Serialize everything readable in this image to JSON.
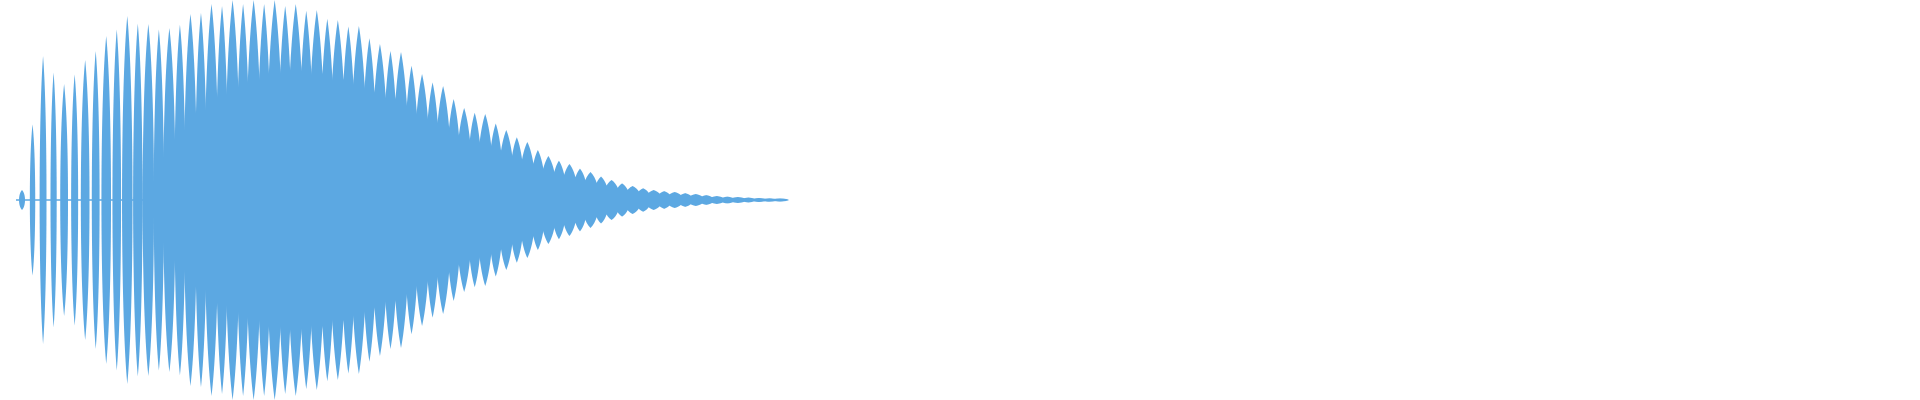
{
  "waveform": {
    "color": "#5ca8e2",
    "background": "#ffffff",
    "peak_amplitudes": [
      0.05,
      0.72,
      0.58,
      0.7,
      0.82,
      0.92,
      0.88,
      0.86,
      0.93,
      0.98,
      1.0,
      1.0,
      1.0,
      0.98,
      0.95,
      0.9,
      0.87,
      0.78,
      0.74,
      0.63,
      0.57,
      0.46,
      0.43,
      0.35,
      0.29,
      0.22,
      0.18,
      0.14,
      0.1,
      0.07,
      0.05,
      0.04,
      0.03,
      0.02,
      0.015,
      0.01,
      0.008
    ]
  }
}
